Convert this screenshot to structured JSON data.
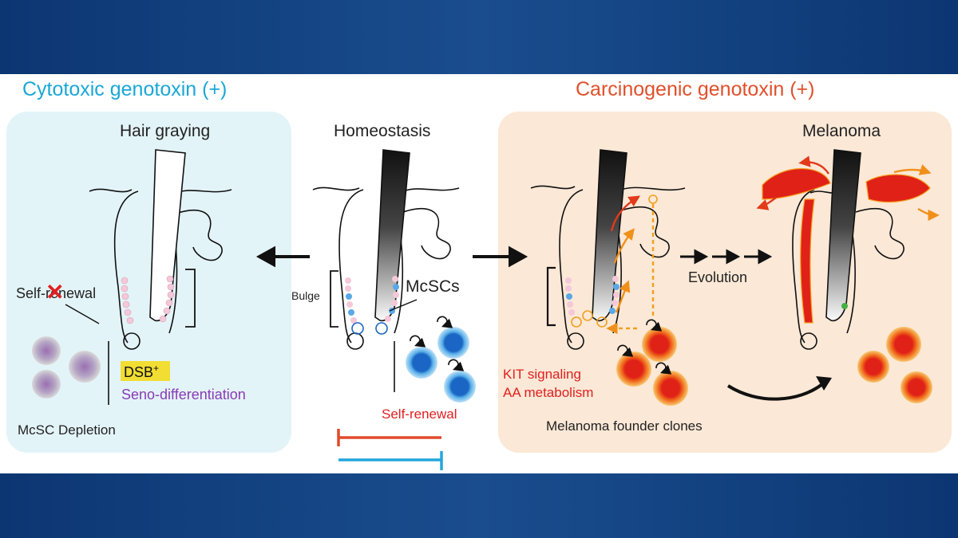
{
  "left": {
    "header": "Cytotoxic genotoxin (+)",
    "title": "Hair graying",
    "self_renewal_prefix": "Self-r",
    "self_renewal_struck": "e",
    "self_renewal_suffix": "newal",
    "dsb": "DSB",
    "dsb_sup": "+",
    "seno": "Seno-differentiation",
    "depletion": "McSC Depletion"
  },
  "center": {
    "title": "Homeostasis",
    "bulge": "Bulge",
    "mcscs": "McSCs",
    "self_renewal": "Self-renewal"
  },
  "right": {
    "header": "Carcinogenic genotoxin (+)",
    "title": "Melanoma",
    "evolution": "Evolution",
    "kit": "KIT signaling",
    "aa": "AA metabolism",
    "founder": "Melanoma founder clones"
  },
  "colors": {
    "cyan_header": "#1aa7d6",
    "red_header": "#e0502c",
    "left_box": "#e3f4f8",
    "right_box": "#fbe8d6",
    "purple": "#8a3bb5",
    "red_text": "#e02020",
    "dsb_bg": "#f2dd33",
    "stem_blue": "#1b66c4",
    "tumor_red": "#e02118",
    "bar_red": "#e04a2a",
    "bar_blue": "#22a6dc"
  }
}
